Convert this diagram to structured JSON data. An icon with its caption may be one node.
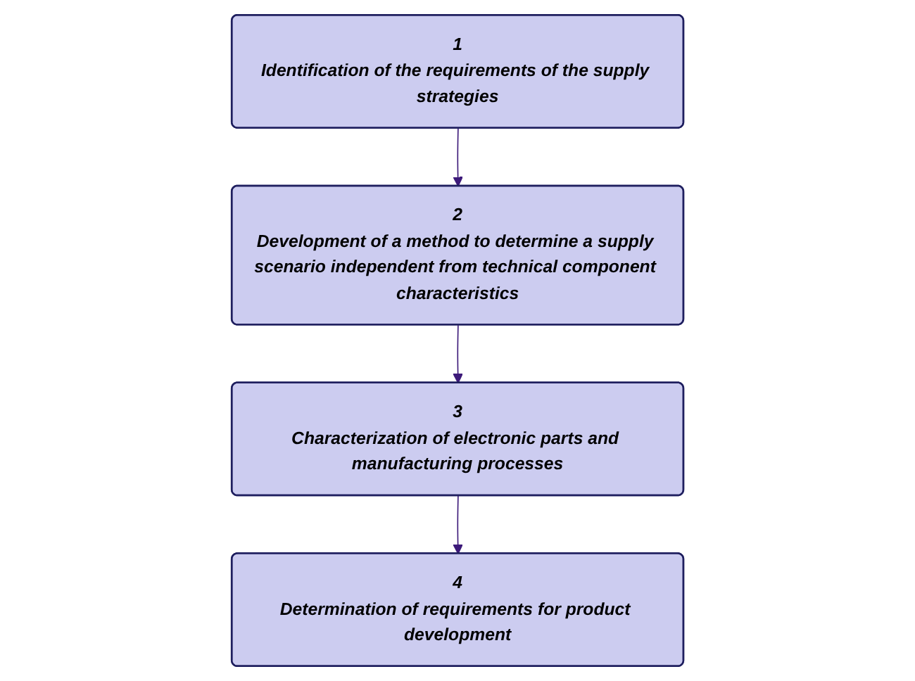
{
  "diagram": {
    "nodes": [
      {
        "text": [
          "1",
          "Identification of the requirements of the supply strategies"
        ]
      },
      {
        "text": [
          "2",
          "Development of a method to determine a supply scenario independent from technical component characteristics"
        ]
      },
      {
        "text": [
          "3",
          "Characterization of electronic parts and manufacturing processes"
        ]
      },
      {
        "text": [
          "4",
          "Determination of requirements for product development"
        ]
      }
    ],
    "edges": [
      {
        "from": 0,
        "to": 1,
        "arrow": "to"
      },
      {
        "from": 1,
        "to": 2,
        "arrow": "to"
      },
      {
        "from": 2,
        "to": 3,
        "arrow": "to"
      }
    ]
  }
}
